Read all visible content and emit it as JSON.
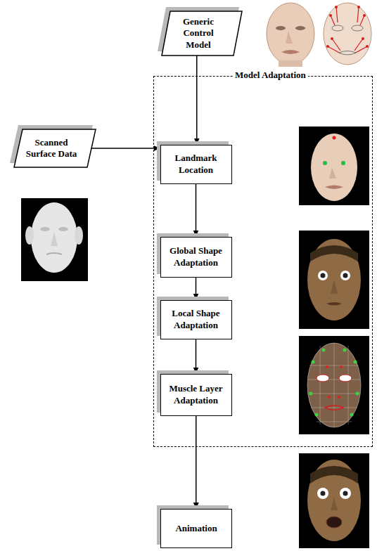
{
  "diagram": {
    "nodes": [
      {
        "text": [
          "Generic Control Model"
        ]
      },
      {
        "text": [
          "Model Adaptation"
        ]
      },
      {
        "text": [
          "Scanned Surface Data"
        ]
      },
      {
        "text": [
          "Landmark Location"
        ],
        "in": 1
      },
      {
        "text": [
          "Global Shape Adaptation"
        ],
        "in": 1
      },
      {
        "text": [
          "Local Shape Adaptation"
        ],
        "in": 1
      },
      {
        "text": [
          "Muscle Layer Adaptation"
        ],
        "in": 1
      },
      {
        "text": [
          "Animation"
        ]
      }
    ],
    "edges": [
      {
        "from": 0,
        "to": 3,
        "arrow": "to"
      },
      {
        "from": 2,
        "to": 3,
        "arrow": "to"
      },
      {
        "from": 3,
        "to": 4,
        "arrow": "to"
      },
      {
        "from": 4,
        "to": 5,
        "arrow": "to"
      },
      {
        "from": 5,
        "to": 6,
        "arrow": "to"
      },
      {
        "from": 6,
        "to": 7,
        "arrow": "to"
      }
    ]
  }
}
